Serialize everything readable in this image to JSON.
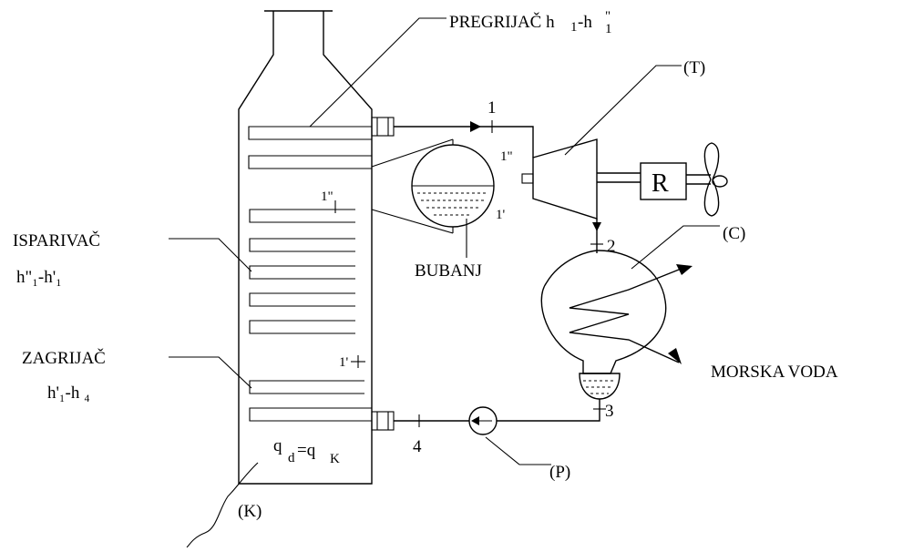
{
  "labels": {
    "pregrijac": "PREGRIJAČ h",
    "pregrijac_sub1": "1",
    "pregrijac_dash": "-h",
    "pregrijac_sup": "\"",
    "pregrijac_sub2": "1",
    "turbine": "(T)",
    "reductor": "R",
    "condenser": "(C)",
    "morska_voda": "MORSKA VODA",
    "bubanj": "BUBANJ",
    "isparivac": "ISPARIVAČ",
    "isparivac_formula": "h\"₁-h'₁",
    "zagrijac": "ZAGRIJAČ",
    "zagrijac_formula": "h'₁-h ₄",
    "pump": "(P)",
    "fuel_formula_q": "q",
    "fuel_formula_d": "d",
    "fuel_formula_eq": "=q",
    "fuel_formula_k": "K",
    "furnace": "(K)",
    "pt_1": "1",
    "pt_1_top": "1\"",
    "pt_1_bottom": "1'",
    "pt_1_left": "1\"",
    "pt_1_lower": "1'",
    "pt_2": "2",
    "pt_3": "3",
    "pt_4": "4"
  }
}
